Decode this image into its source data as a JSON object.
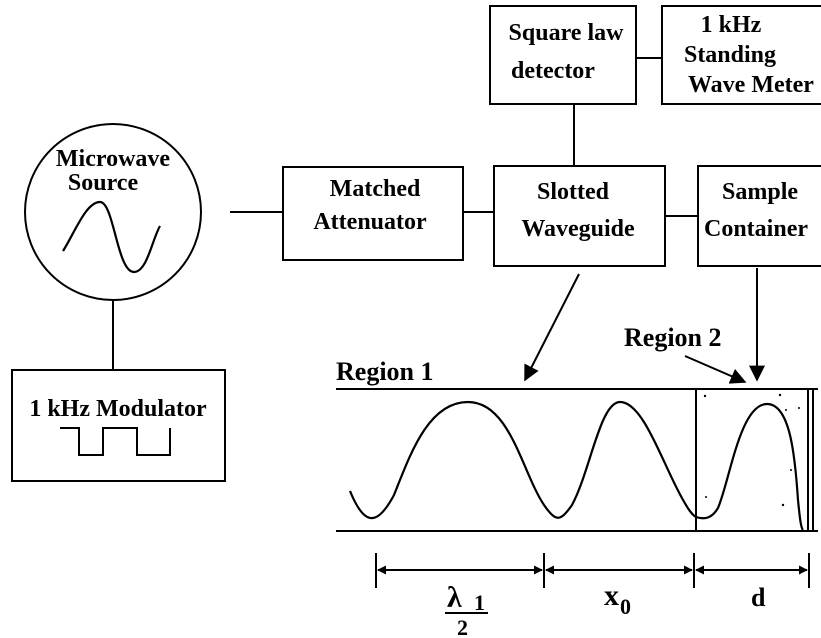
{
  "blocks": {
    "microwave_source": {
      "line1": "Microwave",
      "line2": "Source"
    },
    "matched_attenuator": {
      "line1": "Matched",
      "line2": "Attenuator"
    },
    "slotted_waveguide": {
      "line1": "Slotted",
      "line2": "Waveguide"
    },
    "sample_container": {
      "line1": "Sample",
      "line2": "Container"
    },
    "square_law_detector": {
      "line1": "Square law",
      "line2": "detector"
    },
    "standing_wave_meter": {
      "line1": "1 kHz",
      "line2": "Standing",
      "line3": "Wave Meter"
    },
    "modulator": {
      "label": "1 kHz Modulator"
    }
  },
  "plot": {
    "region1_label": "Region 1",
    "region2_label": "Region 2"
  },
  "dimensions": {
    "lambda_symbol": "λ",
    "lambda_subscript": "1",
    "lambda_denominator": "2",
    "x_symbol": "x",
    "x_subscript": "0",
    "d_label": "d"
  }
}
